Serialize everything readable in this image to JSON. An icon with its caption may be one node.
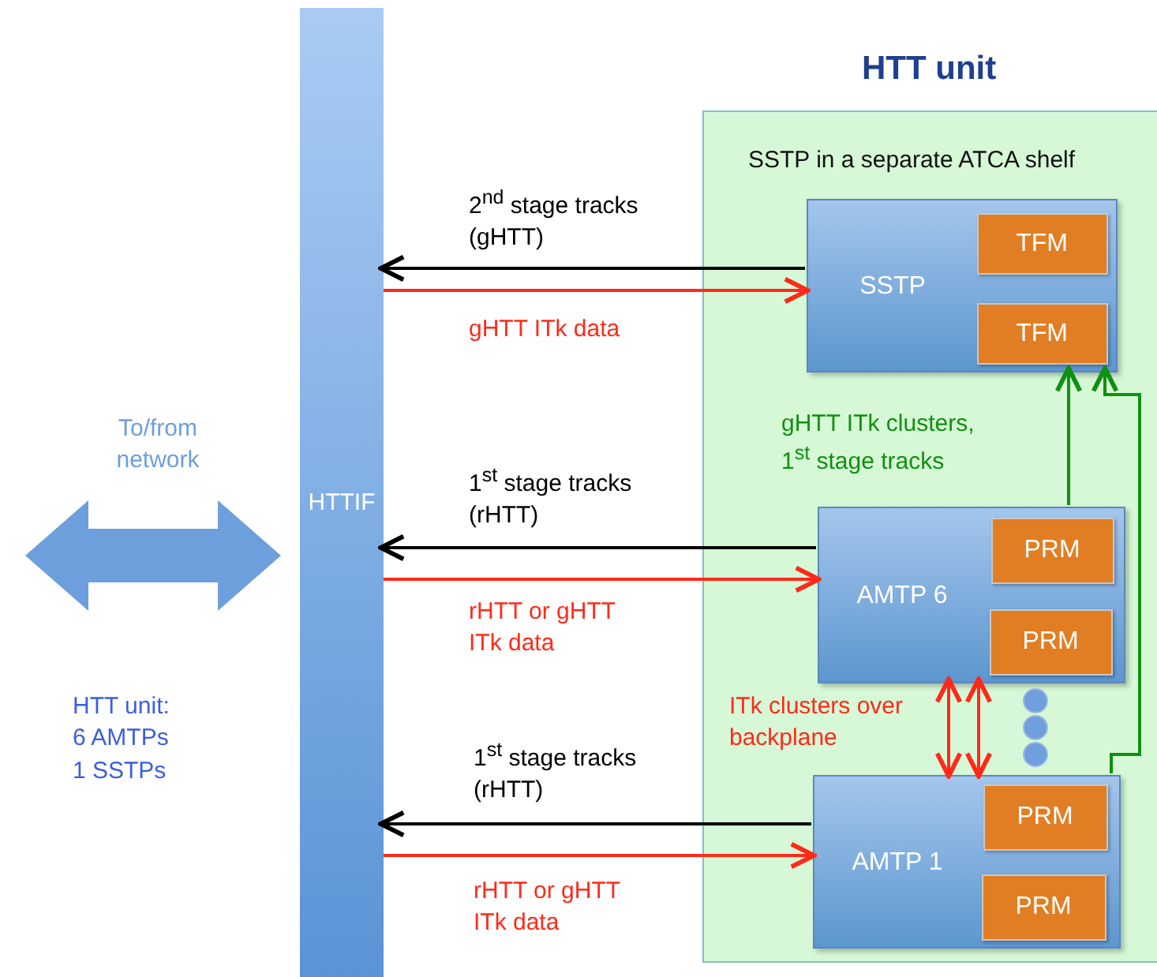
{
  "diagram": {
    "nodes": [
      {
        "text": [
          "HTTIF"
        ]
      },
      {
        "text": [
          "HTT unit",
          "SSTP in a separate ATCA shelf"
        ]
      },
      {
        "text": [
          "SSTP"
        ],
        "in": 1
      },
      {
        "text": [
          "TFM"
        ],
        "in": 2
      },
      {
        "text": [
          "TFM"
        ],
        "in": 2
      },
      {
        "text": [
          "AMTP 6"
        ],
        "in": 1
      },
      {
        "text": [
          "PRM"
        ],
        "in": 5
      },
      {
        "text": [
          "PRM"
        ],
        "in": 5
      },
      {
        "text": [
          "AMTP 1"
        ],
        "in": 1
      },
      {
        "text": [
          "PRM"
        ],
        "in": 8
      },
      {
        "text": [
          "PRM"
        ],
        "in": 8
      }
    ],
    "edges": [
      {
        "from": null,
        "to": 0,
        "arrow": "both",
        "label": "To/from network",
        "style": "thick",
        "color": "#6d9fdc"
      },
      {
        "from": 2,
        "to": 0,
        "arrow": "to",
        "label": "2$^{nd}$ stage tracks (gHTT)",
        "color": "#000000"
      },
      {
        "from": 0,
        "to": 2,
        "arrow": "to",
        "label": "gHTT ITk data",
        "color": "#ff2a1a"
      },
      {
        "from": 5,
        "to": 0,
        "arrow": "to",
        "label": "1$^{st}$ stage tracks (rHTT)",
        "color": "#000000"
      },
      {
        "from": 0,
        "to": 5,
        "arrow": "to",
        "label": "rHTT or gHTT ITk data",
        "color": "#ff2a1a"
      },
      {
        "from": 8,
        "to": 0,
        "arrow": "to",
        "label": "1$^{st}$ stage tracks (rHTT)",
        "color": "#000000"
      },
      {
        "from": 0,
        "to": 8,
        "arrow": "to",
        "label": "rHTT or gHTT ITk data",
        "color": "#ff2a1a"
      },
      {
        "from": 5,
        "to": 2,
        "arrow": "to",
        "label": "gHTT ITk clusters, 1$^{st}$ stage tracks",
        "color": "#109010"
      },
      {
        "from": 8,
        "to": 2,
        "arrow": "to",
        "color": "#109010"
      },
      {
        "from": 5,
        "to": 8,
        "arrow": "both",
        "label": "ITk clusters over backplane",
        "color": "#ff2a1a"
      },
      {
        "from": 5,
        "to": 8,
        "arrow": "both",
        "color": "#ff2a1a"
      }
    ],
    "labels": [
      "HTT unit: 6 AMTPs 1 SSTPs"
    ]
  }
}
